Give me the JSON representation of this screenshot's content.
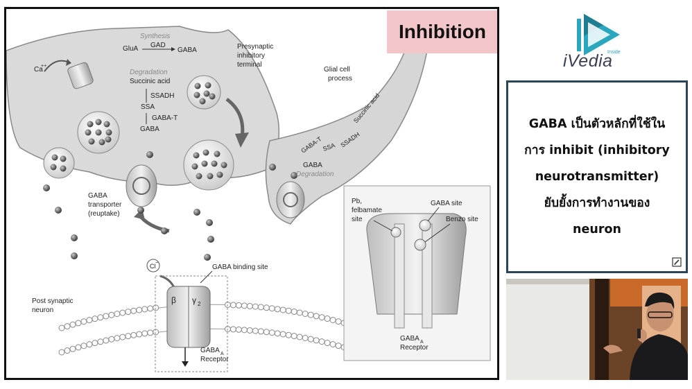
{
  "slide": {
    "title": "Inhibition",
    "labels": {
      "synthesis": "Synthesis",
      "glua": "GluA",
      "gad": "GAD",
      "gaba_top": "GABA",
      "presynaptic": [
        "Presynaptic",
        "inhibitory",
        "terminal"
      ],
      "degradation": "Degradation",
      "succinic_acid": "Succinic acid",
      "ssadh": "SSADH",
      "ssa": "SSA",
      "gaba_t": "GABA-T",
      "gaba_low": "GABA",
      "ca": "Ca",
      "ca_sup": "++",
      "glial": [
        "Glial cell",
        "process"
      ],
      "glial_gaba_t": "GABA-T",
      "glial_ssa": "SSA",
      "glial_ssadh": "SSADH",
      "glial_succinic": "Succinic acid",
      "glial_gaba": "GABA",
      "glial_degradation": "Degradation",
      "transporter": [
        "GABA",
        "transporter",
        "(reuptake)"
      ],
      "cl": "Cl",
      "cl_sup": "−",
      "binding_site": "GABA binding site",
      "post": [
        "Post synaptic",
        "neuron"
      ],
      "beta": "β",
      "gamma": "γ",
      "gamma_sub": "2",
      "receptor_main": "GABA",
      "receptor_main_sub": "A",
      "receptor_main_2": "Receptor",
      "pb": [
        "Pb,",
        "felbamate",
        "site"
      ],
      "gaba_site": "GABA site",
      "benzo_site": "Benzo site",
      "inset_receptor": "GABA",
      "inset_receptor_sub": "A",
      "inset_receptor_2": "Receptor"
    }
  },
  "brand": {
    "name": "iVedia",
    "sub": "Inside"
  },
  "notes": {
    "lines": [
      "GABA เป็นตัวหลักที่ใช้ใน",
      "การ inhibit (inhibitory",
      "neurotransmitter)",
      "ยับยั้งการทำงานของ",
      "neuron"
    ]
  },
  "icons": {
    "edit": "edit-icon",
    "logo": "play-logo-icon"
  },
  "colors": {
    "accent": "#28a3b8",
    "title_bg": "#f3c7c9",
    "box_border": "#2d4358"
  }
}
